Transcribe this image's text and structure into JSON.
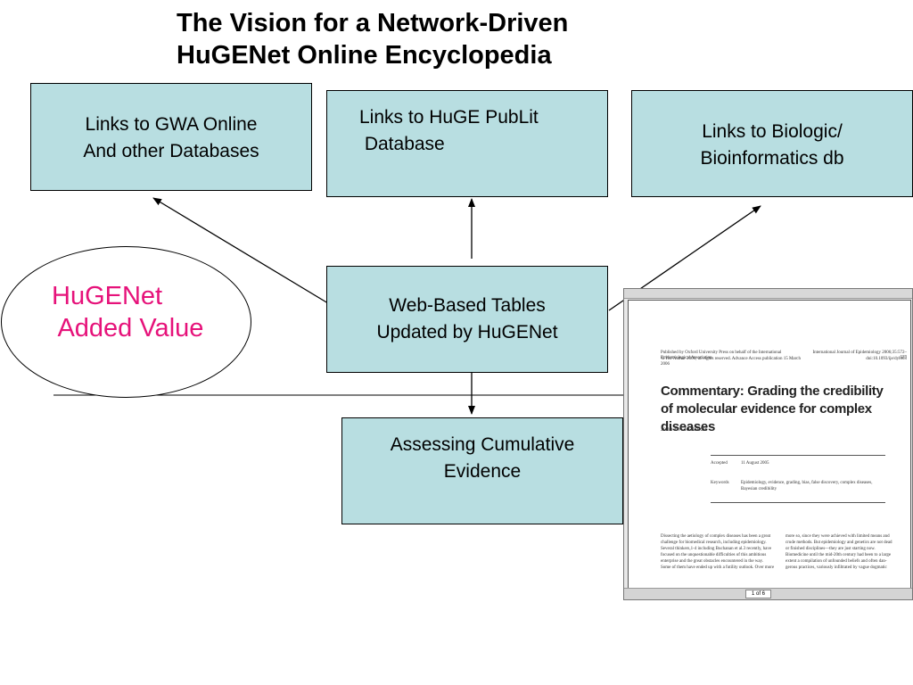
{
  "title": {
    "line1": "The Vision for a Network-Driven",
    "line2": "HuGENet Online Encyclopedia"
  },
  "boxes": {
    "gwa": {
      "line1": "Links to GWA Online",
      "line2": "And other Databases"
    },
    "publit": {
      "line1": "Links to HuGE PubLit",
      "line2": " Database"
    },
    "bio": {
      "line1": "Links to Biologic/",
      "line2": "Bioinformatics db"
    },
    "web": {
      "line1": "Web-Based Tables",
      "line2": "Updated by HuGENet"
    },
    "assess": {
      "line1": "Assessing Cumulative",
      "line2": "Evidence"
    }
  },
  "ellipse": {
    "line1": "HuGENet",
    "line2": " Added Value"
  },
  "document": {
    "header_left_1": "Published by Oxford University Press on behalf of the International Epidemiological Association",
    "header_left_2": "© The Author 2006; all rights reserved. Advance Access publication 15 March 2006",
    "header_right_1": "International Journal of Epidemiology 2006;35:572–577",
    "header_right_2": "doi:10.1093/ije/dyl003",
    "article_title": "Commentary: Grading the credibility of molecular evidence for complex diseases",
    "author": "John P A Ioannidis",
    "accepted_label": "Accepted",
    "accepted_value": "11 August 2005",
    "keywords_label": "Keywords",
    "keywords_value_1": "Epidemiology, evidence, grading, bias, false discovery, complex diseases,",
    "keywords_value_2": "Bayesian credibility",
    "col1": [
      "Dissecting the aetiology of complex diseases has been a great",
      "challenge for biomedical research, including epidemiology.",
      "Several thinkers,1-4 including Buchanan et al.3 recently, have",
      "focused on the unquestionable difficulties of this ambitious",
      "enterprise and the great obstacles encountered in the way.",
      "Some of them have ended up with a futility outlook. Over more"
    ],
    "col2": [
      "more so, since they were achieved with limited means and",
      "crude methods. But epidemiology and genetics are not dead",
      "or finished disciplines—they are just starting now.",
      "Biomedicine until the mid-20th century had been to a large",
      "extent a compilation of unfounded beliefs and often dan-",
      "gerous practices, variously infiltrated by vague dogmatic"
    ],
    "page_indicator": "1 of 6"
  },
  "colors": {
    "box_fill": "#b8dee1",
    "accent_text": "#e6127a"
  }
}
